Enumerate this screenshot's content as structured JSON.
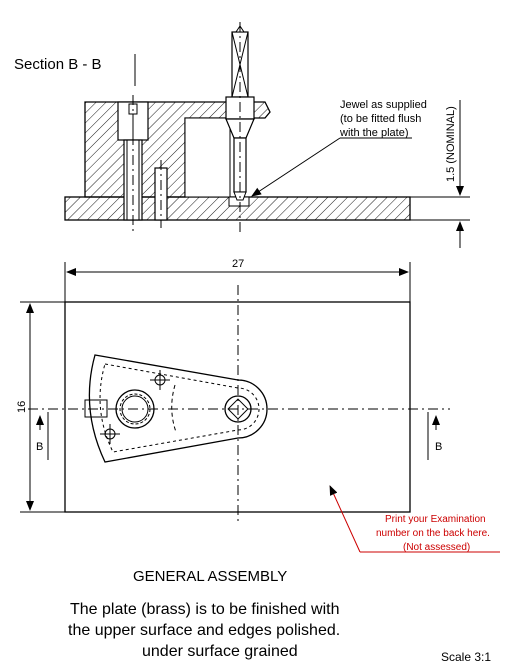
{
  "section_label": "Section B - B",
  "jewel_note": [
    "Jewel as supplied",
    "(to be fitted flush",
    "with the plate)"
  ],
  "nominal_dim": "1.5 (NOMINAL)",
  "width_dim": "27",
  "height_dim": "16",
  "section_marker_left": "B",
  "section_marker_right": "B",
  "print_note": [
    "Print your Examination",
    "number on the back here.",
    "(Not assessed)"
  ],
  "assembly_title": "GENERAL ASSEMBLY",
  "finish_note": [
    "The plate (brass) is to be finished with",
    "the upper surface and edges polished.",
    "under surface grained"
  ],
  "scale": "Scale 3:1",
  "colors": {
    "note_red": "#cc0000"
  }
}
